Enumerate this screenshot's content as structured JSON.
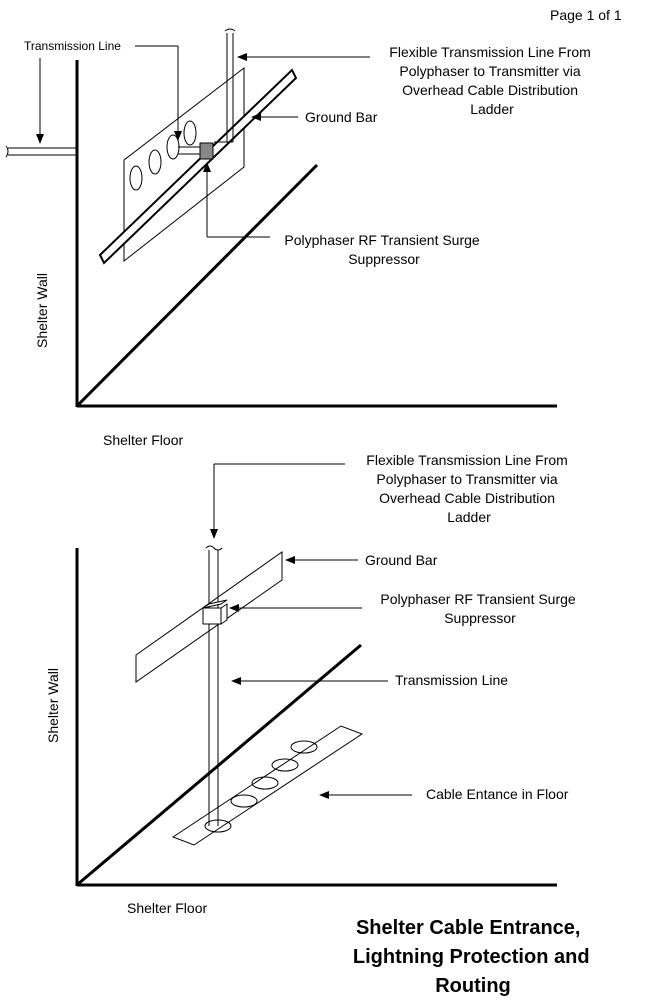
{
  "page_label": "Page 1 of 1",
  "top_diagram": {
    "transmission_line": "Transmission Line",
    "flexible_line": [
      "Flexible Transmission Line From",
      "Polyphaser to Transmitter via",
      "Overhead Cable Distribution",
      "Ladder"
    ],
    "ground_bar": "Ground Bar",
    "suppressor": [
      "Polyphaser RF Transient Surge",
      "Suppressor"
    ],
    "wall": "Shelter Wall",
    "floor": "Shelter Floor"
  },
  "bottom_diagram": {
    "flexible_line": [
      "Flexible Transmission Line From",
      "Polyphaser to Transmitter via",
      "Overhead Cable Distribution",
      "Ladder"
    ],
    "ground_bar": "Ground Bar",
    "suppressor": [
      "Polyphaser RF Transient Surge",
      "Suppressor"
    ],
    "transmission_line": "Transmission Line",
    "cable_entrance": "Cable Entance in Floor",
    "wall": "Shelter Wall",
    "floor": "Shelter Floor"
  },
  "title": [
    "Shelter Cable Entrance,",
    "Lightning Protection and",
    "Routing"
  ]
}
